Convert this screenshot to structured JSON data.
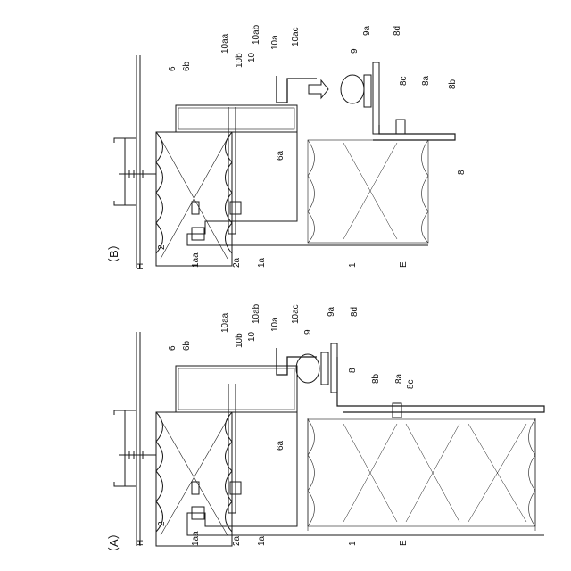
{
  "panels": [
    {
      "panel_label": "（A）",
      "labels": [
        "H",
        "2",
        "1aa",
        "2a",
        "1a",
        "1",
        "E",
        "6",
        "6b",
        "10aa",
        "10b",
        "10",
        "10ab",
        "10a",
        "10ac",
        "9",
        "9a",
        "8d",
        "8",
        "8b",
        "8a",
        "8c",
        "6a"
      ]
    },
    {
      "panel_label": "（B）",
      "labels": [
        "H",
        "2",
        "1aa",
        "2a",
        "1a",
        "1",
        "E",
        "6",
        "6b",
        "10aa",
        "10b",
        "10",
        "10ab",
        "10a",
        "10ac",
        "9",
        "9a",
        "8d",
        "8c",
        "8a",
        "8b",
        "8",
        "6a"
      ]
    }
  ],
  "colors": {
    "line": "#1a1a1a",
    "background": "#ffffff"
  }
}
